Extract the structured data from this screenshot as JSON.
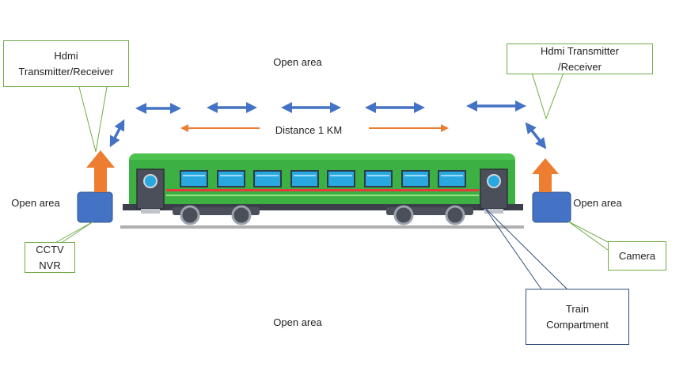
{
  "labels": {
    "open_area_top": "Open area",
    "open_area_left": "Open area",
    "open_area_right": "Open area",
    "open_area_bottom": "Open area",
    "distance": "Distance 1 KM"
  },
  "callouts": {
    "hdmi_left": "Hdmi\nTransmitter/Receiver",
    "hdmi_right": "Hdmi Transmitter\n/Receiver",
    "cctv_nvr": "CCTV\nNVR",
    "camera": "Camera",
    "train_compartment": "Train\nCompartment"
  },
  "colors": {
    "train_body": "#3cb043",
    "train_roof": "#4cc34f",
    "window": "#29a8e0",
    "device_box": "#4472c4",
    "up_arrow": "#ed7d31",
    "signal_arrow": "#4472c4",
    "distance_arrow": "#ed7d31",
    "callout_green": "#70ad47",
    "callout_blue": "#2f4f7a",
    "rail": "#b0b0b0"
  }
}
